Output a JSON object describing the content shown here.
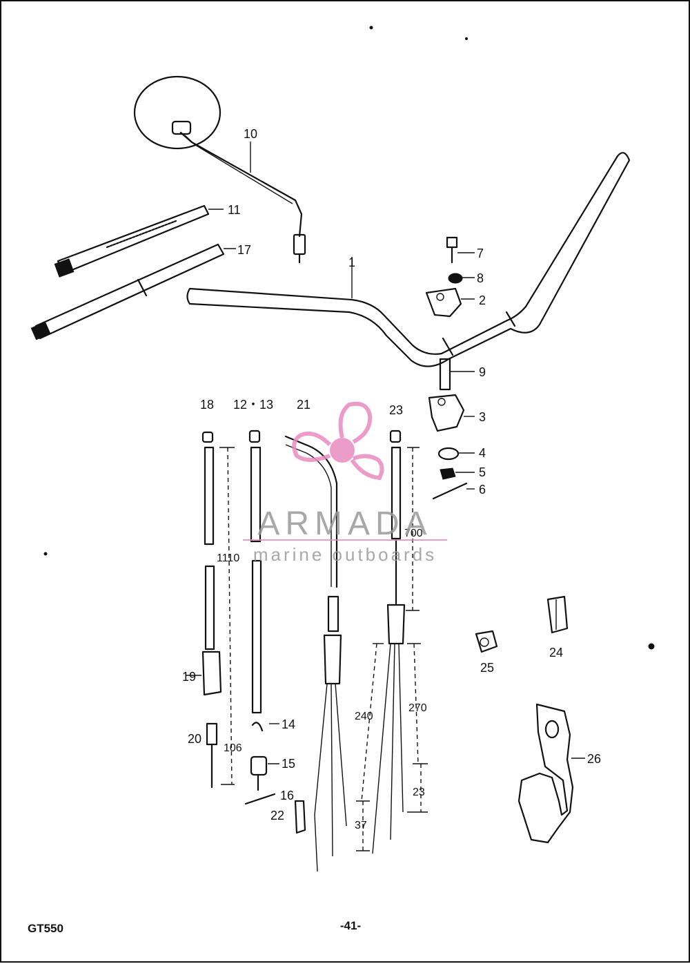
{
  "parts": {
    "p1": "1",
    "p2": "2",
    "p3": "3",
    "p4": "4",
    "p5": "5",
    "p6": "6",
    "p7": "7",
    "p8": "8",
    "p9": "9",
    "p10": "10",
    "p11": "11",
    "p12_13": "12・13",
    "p14": "14",
    "p15": "15",
    "p16": "16",
    "p17": "17",
    "p18": "18",
    "p19": "19",
    "p20": "20",
    "p21": "21",
    "p22": "22",
    "p23_top": "23",
    "p23_dim": "23",
    "p24": "24",
    "p25": "25",
    "p26": "26"
  },
  "dimensions": {
    "d1110": "1110",
    "d106": "106",
    "d700": "700",
    "d240": "240",
    "d270": "270",
    "d37": "37"
  },
  "watermark": {
    "brand": "ARMADA",
    "tagline": "marine outboards",
    "color_pink": "#e98bbf",
    "color_gray": "#9a9a9a"
  },
  "footer": {
    "model": "GT550",
    "page": "-41-"
  }
}
